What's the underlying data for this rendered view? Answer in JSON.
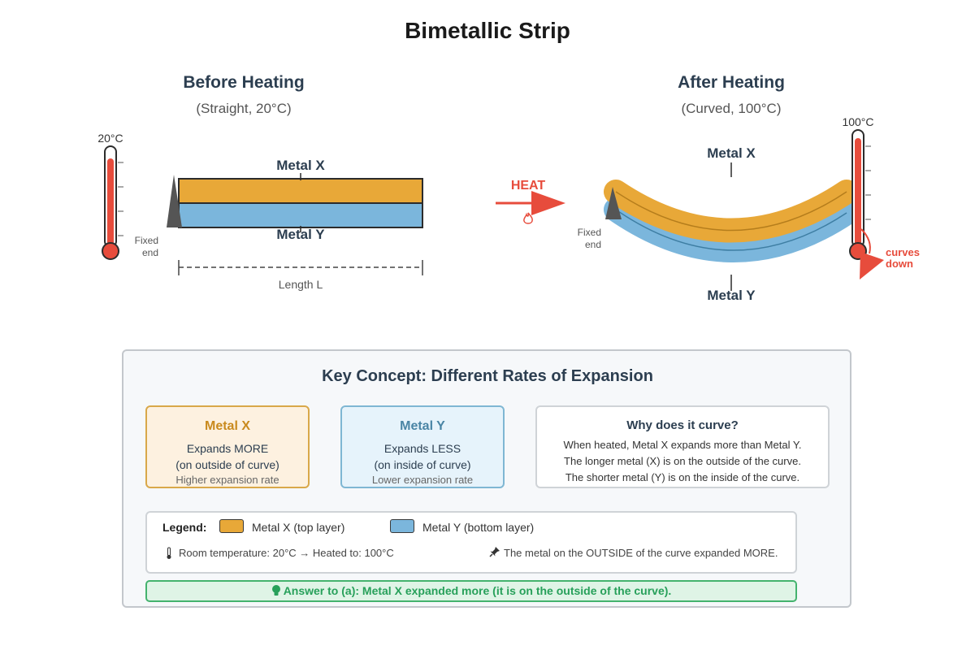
{
  "title": "Bimetallic Strip",
  "before": {
    "heading": "Before Heating",
    "subheading": "(Straight, 20°C)",
    "temperature": "20°C",
    "metal_top": "Metal X",
    "metal_bottom": "Metal Y",
    "fixed_end": "Fixed\nend",
    "length": "Length L"
  },
  "arrow": {
    "label": "HEAT",
    "icon": "fire-icon"
  },
  "after": {
    "heading": "After Heating",
    "subheading": "(Curved, 100°C)",
    "temperature": "100°C",
    "metal_top": "Metal X",
    "metal_bottom": "Metal Y",
    "fixed_end": "Fixed\nend",
    "curves_note": "curves\ndown"
  },
  "concept": {
    "title": "Key Concept: Different Rates of Expansion",
    "metal_x": {
      "name": "Metal X",
      "line1": "Expands MORE",
      "line2": "(on outside of curve)",
      "rate": "Higher expansion rate"
    },
    "metal_y": {
      "name": "Metal Y",
      "line1": "Expands LESS",
      "line2": "(on inside of curve)",
      "rate": "Lower expansion rate"
    },
    "why": {
      "title": "Why does it curve?",
      "line1": "When heated, Metal X expands more than Metal Y.",
      "line2": "The longer metal (X) is on the outside of the curve.",
      "line3": "The shorter metal (Y) is on the inside of the curve."
    }
  },
  "legend": {
    "title": "Legend:",
    "item_x": "Metal X (top layer)",
    "item_y": "Metal Y (bottom layer)",
    "temp_note": "Room temperature: 20°C → Heated to: 100°C",
    "temp_icon": "thermometer-icon",
    "tip_note": "The metal on the OUTSIDE of the curve expanded MORE.",
    "tip_icon": "pin-icon"
  },
  "answer": {
    "text": "Answer to (a): Metal X expanded more (it is on the outside of the curve).",
    "icon": "lightbulb-icon"
  },
  "colors": {
    "metal_x": "#e8a838",
    "metal_y": "#7bb6dc",
    "heat": "#e74c3c",
    "answer": "#27a05a"
  }
}
